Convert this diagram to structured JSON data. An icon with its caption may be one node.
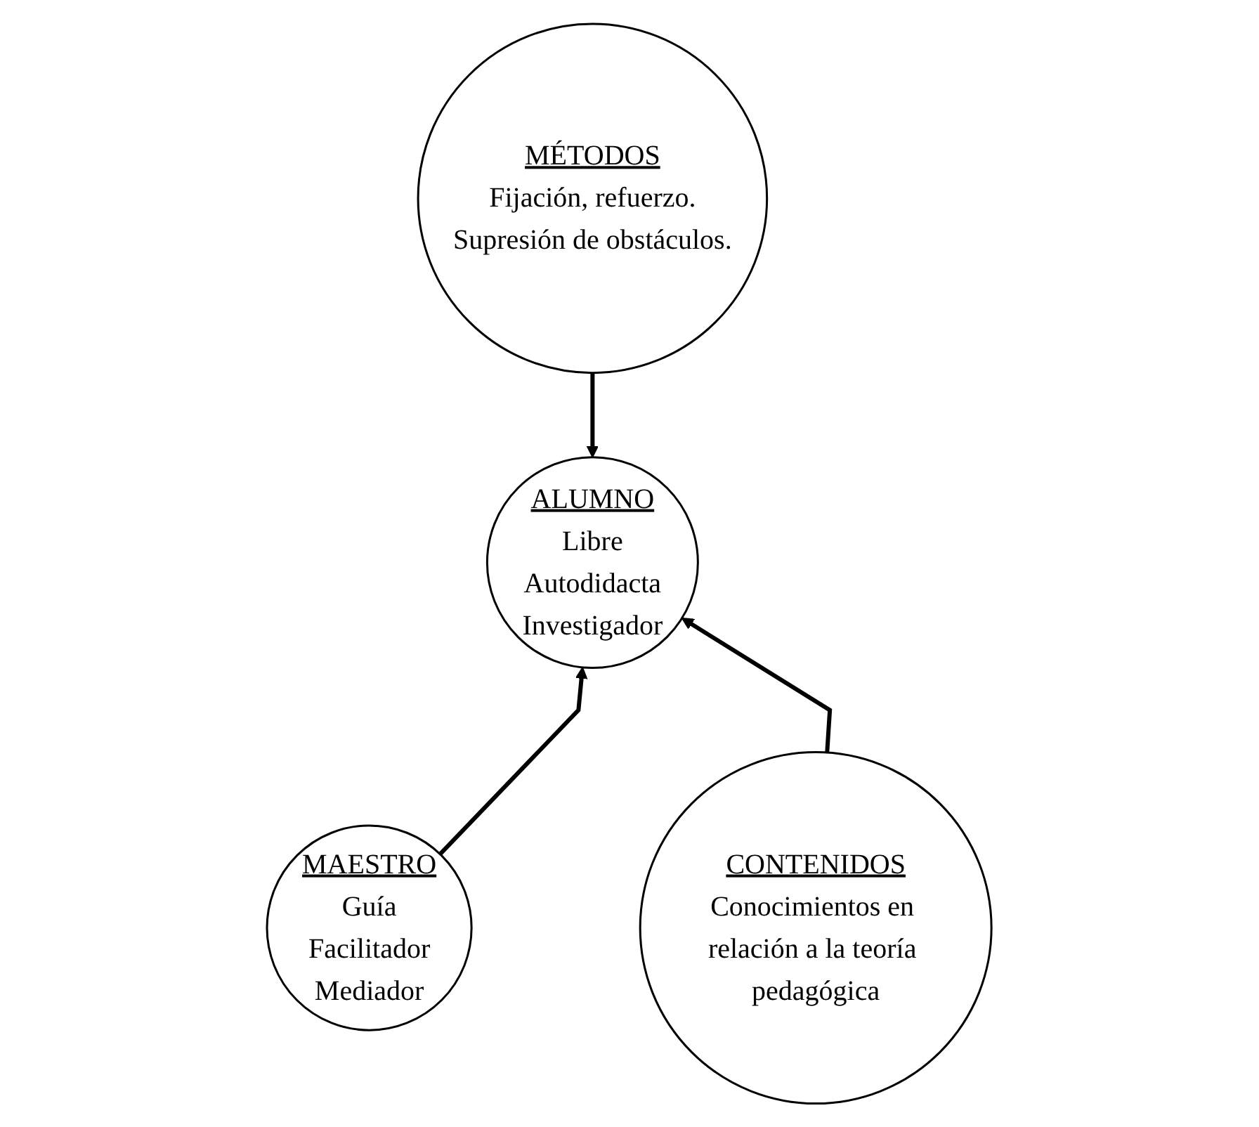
{
  "diagram": {
    "nodes": [
      {
        "text": [
          "MÉTODOS",
          "Fijación, refuerzo.",
          "Supresión de obstáculos."
        ]
      },
      {
        "text": [
          "ALUMNO",
          "Libre",
          "Autodidacta",
          "Investigador"
        ]
      },
      {
        "text": [
          "MAESTRO",
          "Guía",
          "Facilitador",
          "Mediador"
        ]
      },
      {
        "text": [
          "CONTENIDOS",
          "Conocimientos en relación a la teoría pedagógica"
        ]
      }
    ],
    "edges": [
      {
        "from": 0,
        "to": 1,
        "arrow": "to"
      },
      {
        "from": 2,
        "to": 1,
        "arrow": "to"
      },
      {
        "from": 3,
        "to": 1,
        "arrow": "to"
      }
    ]
  }
}
